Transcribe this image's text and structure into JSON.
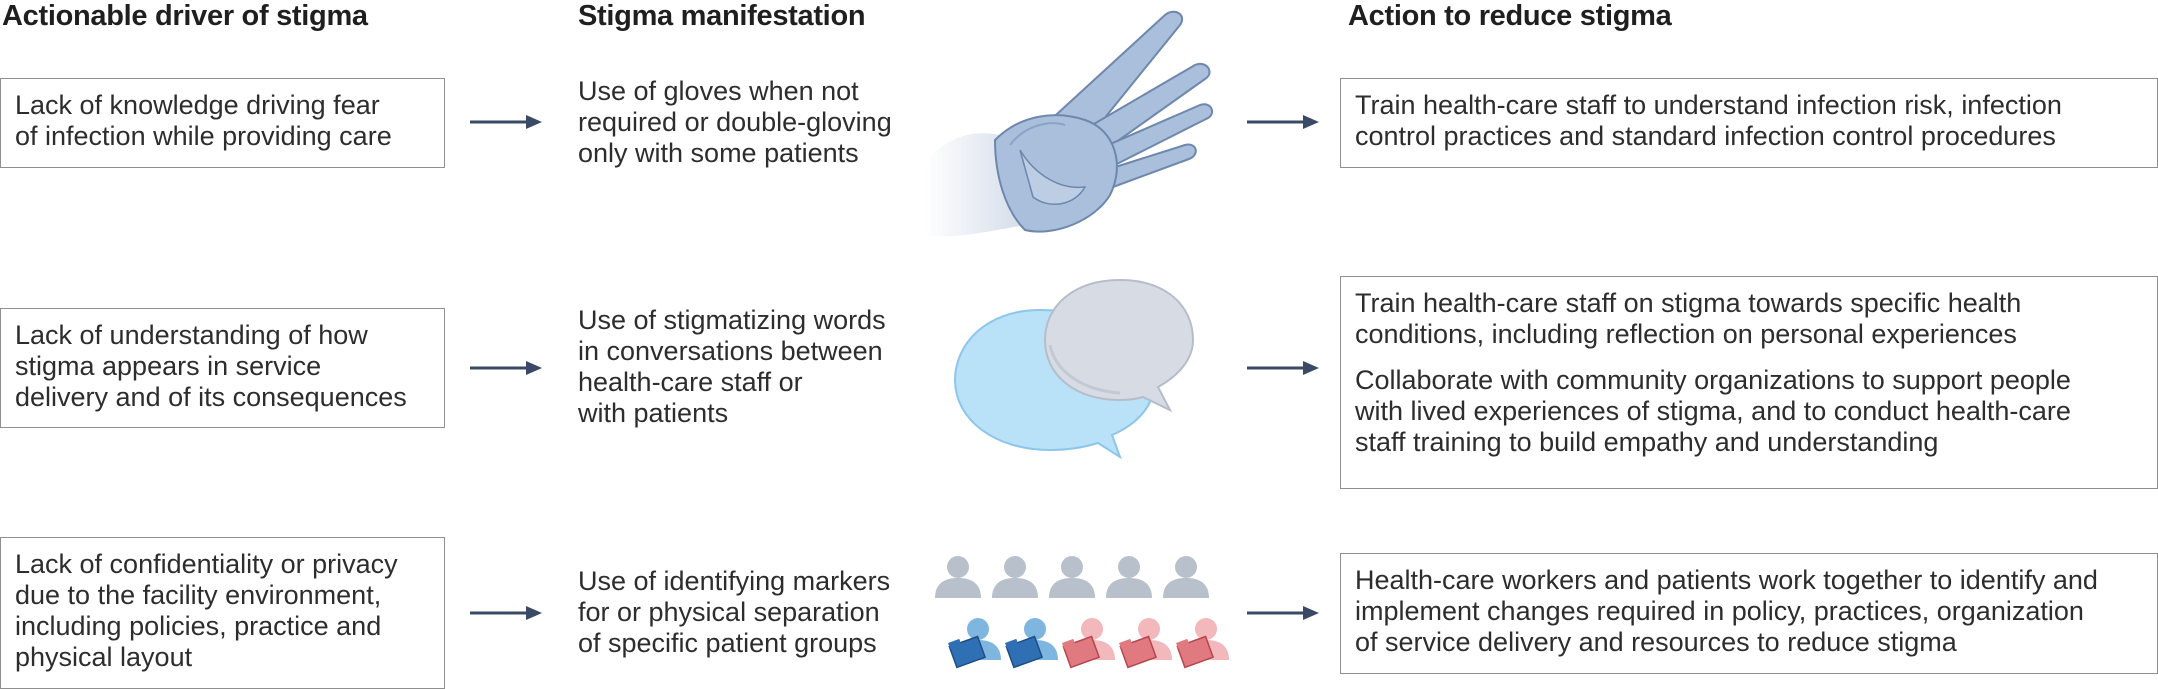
{
  "headers": {
    "driver": "Actionable driver of  stigma",
    "manifestation": "Stigma manifestation",
    "action": "Action to reduce stigma"
  },
  "rows": [
    {
      "driver": [
        "Lack of knowledge driving fear",
        "of infection while providing care"
      ],
      "manifestation": [
        "Use of gloves when not",
        "required or double-gloving",
        "only with some patients"
      ],
      "illustration_icon": "glove-icon",
      "action": [
        [
          "Train health-care staff to understand infection risk, infection",
          "control practices and standard infection control procedures"
        ]
      ]
    },
    {
      "driver": [
        "Lack of understanding of how",
        "stigma appears in service",
        "delivery and of its consequences"
      ],
      "manifestation": [
        "Use of stigmatizing words",
        "in conversations between",
        "health-care staff or",
        "with patients"
      ],
      "illustration_icon": "speech-bubbles-icon",
      "action": [
        [
          "Train health-care staff on stigma towards specific health",
          "conditions, including reflection on personal experiences"
        ],
        [
          "Collaborate with community organizations to support people",
          "with lived experiences of stigma, and to conduct health-care",
          "staff training to build empathy and understanding"
        ]
      ]
    },
    {
      "driver": [
        "Lack of confidentiality or privacy",
        "due to the facility environment,",
        "including policies, practice and",
        "physical layout"
      ],
      "manifestation": [
        "Use of identifying markers",
        "for or physical separation",
        "of specific patient groups"
      ],
      "illustration_icon": "patient-groups-icon",
      "action": [
        [
          "Health-care workers and patients work together to identify and",
          "implement changes required in policy, practices, organization",
          "of service delivery and resources to reduce stigma"
        ]
      ]
    }
  ],
  "colors": {
    "arrow": "#3a4a66",
    "box_border": "#8f8f8f",
    "glove": "#a9bfdb",
    "bubble_blue": "#b9e1f7",
    "bubble_grey": "#d7dce4",
    "person_grey": "#b8c0cc",
    "person_blue": "#7fb6e0",
    "person_pink": "#f2b8bc",
    "folder_blue": "#2f6fb3",
    "folder_red": "#e07a80"
  }
}
